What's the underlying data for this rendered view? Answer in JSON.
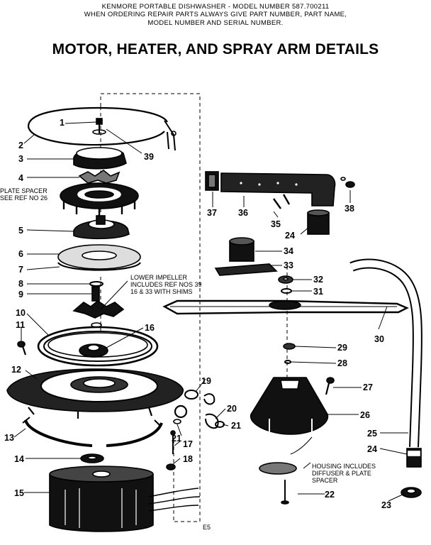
{
  "header": {
    "line1": "KENMORE PORTABLE DISHWASHER - MODEL NUMBER 587.700211",
    "line2": "WHEN ORDERING REPAIR PARTS ALWAYS GIVE PART NUMBER, PART NAME,",
    "line3": "MODEL NUMBER AND SERIAL NUMBER."
  },
  "title": "MOTOR, HEATER, AND SPRAY ARM DETAILS",
  "callouts": {
    "c1": "1",
    "c2": "2",
    "c3": "3",
    "c4": "4",
    "c5": "5",
    "c6": "6",
    "c7": "7",
    "c8": "8",
    "c9": "9",
    "c10": "10",
    "c11": "11",
    "c12": "12",
    "c13": "13",
    "c14": "14",
    "c15": "15",
    "c16": "16",
    "c17": "17",
    "c18": "18",
    "c19": "19",
    "c20": "20",
    "c21a": "21",
    "c21b": "21",
    "c22": "22",
    "c23": "23",
    "c24a": "24",
    "c24b": "24",
    "c25": "25",
    "c26": "26",
    "c27": "27",
    "c28": "28",
    "c29": "29",
    "c30": "30",
    "c31": "31",
    "c32": "32",
    "c33": "33",
    "c34": "34",
    "c35": "35",
    "c36": "36",
    "c37": "37",
    "c38": "38",
    "c39": "39"
  },
  "notes": {
    "plate_spacer_1": "PLATE SPACER",
    "plate_spacer_2": "SEE REF NO 26",
    "impeller_1": "LOWER IMPELLER",
    "impeller_2": "INCLUDES REF NOS 39",
    "impeller_3": "16 & 33 WITH SHIMS",
    "housing_1": "HOUSING INCLUDES",
    "housing_2": "DIFFUSER & PLATE",
    "housing_3": "SPACER",
    "footer": "E5"
  }
}
